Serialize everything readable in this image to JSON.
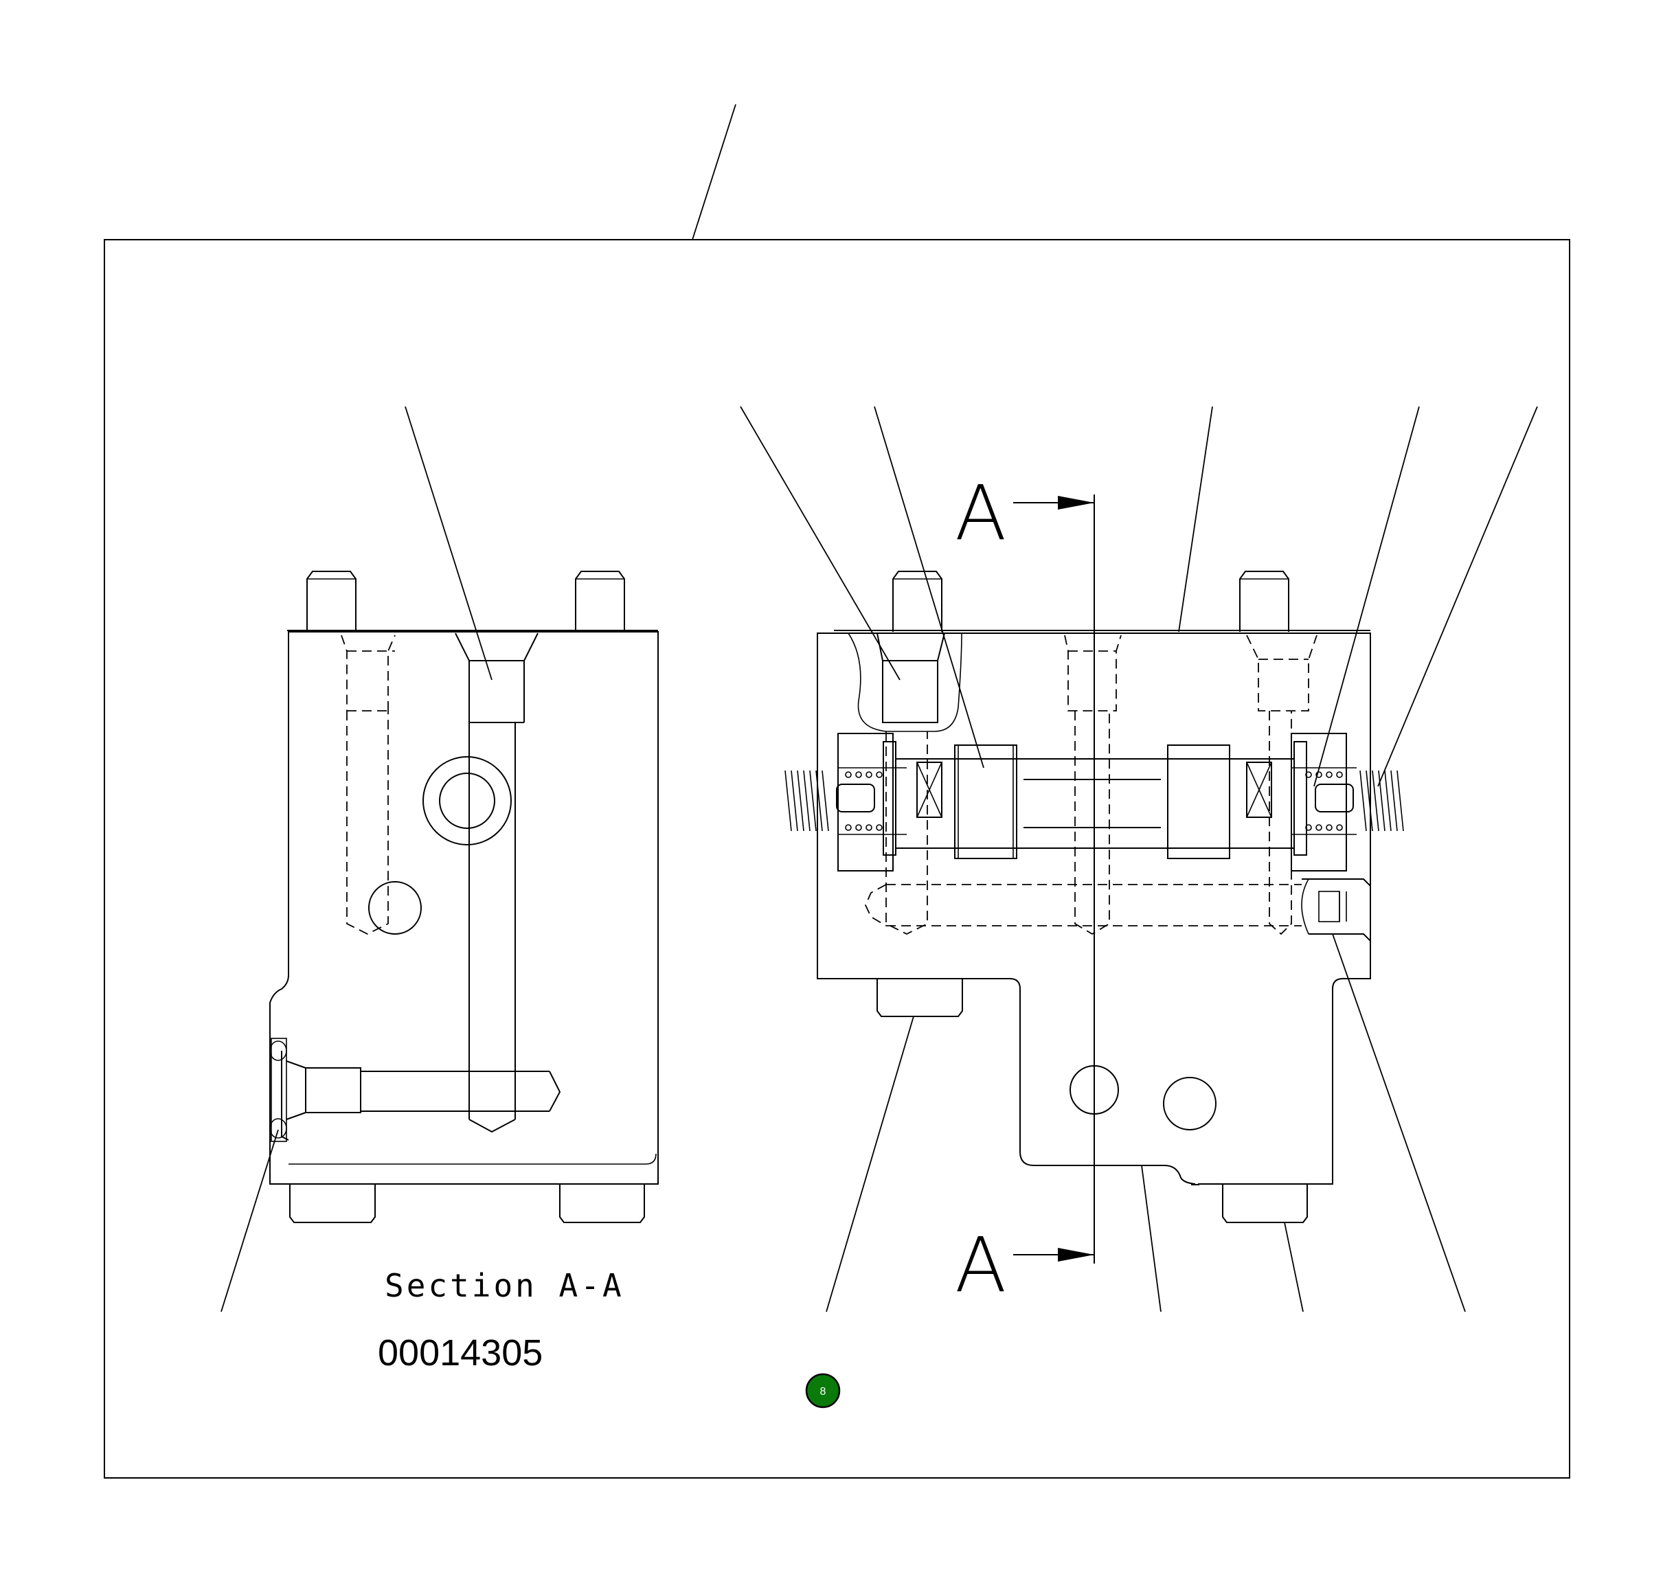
{
  "drawing": {
    "section_label": "Section A-A",
    "reference_number": "00014305",
    "section_markers": [
      "A",
      "A"
    ],
    "hotspot": {
      "label": "8",
      "color": "#0a7a0a"
    }
  }
}
